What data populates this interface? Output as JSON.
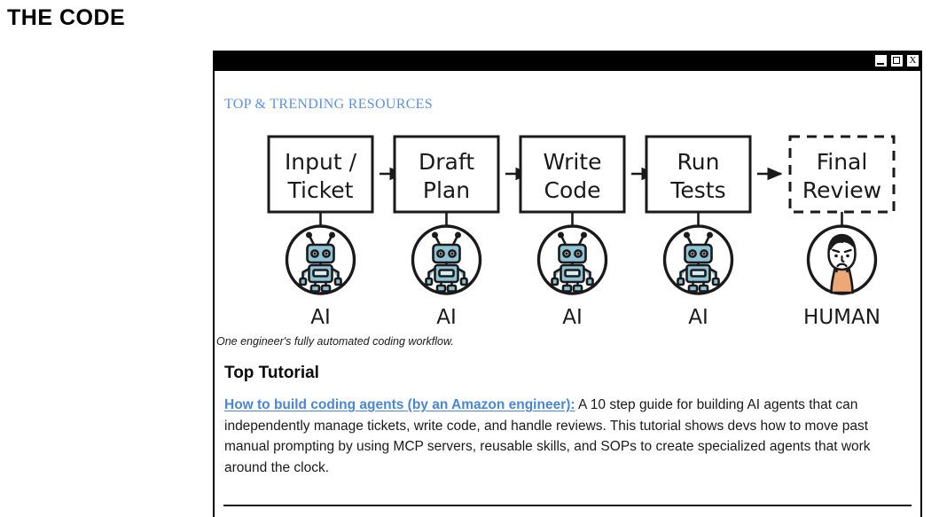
{
  "masthead": {
    "title": "THE CODE"
  },
  "window": {
    "controls": [
      {
        "name": "minimize",
        "glyph": "_"
      },
      {
        "name": "maximize",
        "glyph": "□"
      },
      {
        "name": "close",
        "glyph": "X"
      }
    ],
    "titlebar_color": "#000000"
  },
  "section": {
    "heading": "TOP & TRENDING RESOURCES",
    "heading_color": "#5b93de"
  },
  "diagram": {
    "caption": "One engineer's fully automated coding workflow.",
    "steps": [
      {
        "line1": "Input /",
        "line2": "Ticket",
        "dashed": false,
        "actor": "AI",
        "actor_icon": "robot-icon"
      },
      {
        "line1": "Draft",
        "line2": "Plan",
        "dashed": false,
        "actor": "AI",
        "actor_icon": "robot-icon"
      },
      {
        "line1": "Write",
        "line2": "Code",
        "dashed": false,
        "actor": "AI",
        "actor_icon": "robot-icon"
      },
      {
        "line1": "Run",
        "line2": "Tests",
        "dashed": false,
        "actor": "AI",
        "actor_icon": "robot-icon"
      },
      {
        "line1": "Final",
        "line2": "Review",
        "dashed": true,
        "actor": "HUMAN",
        "actor_icon": "human-icon"
      }
    ],
    "robot_color": "#8fc3d6",
    "human_shirt_color": "#eda878",
    "stroke_color": "#1a1a1a"
  },
  "tutorial": {
    "heading": "Top Tutorial",
    "link_text": "How to build coding agents (by an Amazon engineer):",
    "link_color": "#4a86d8",
    "body_text": " A 10 step guide for building AI agents that can independently manage tickets, write code, and handle reviews. This tutorial shows devs how to move past manual prompting by using MCP servers, reusable skills, and SOPs to create specialized agents that work around the clock."
  }
}
